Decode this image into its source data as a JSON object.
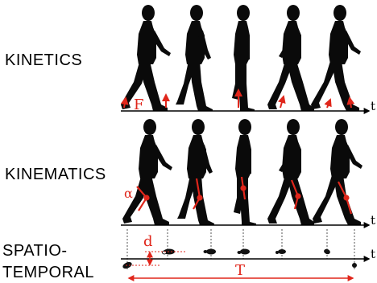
{
  "rows": {
    "kinetics": {
      "label": "KINETICS"
    },
    "kinematics": {
      "label": "KINEMATICS"
    },
    "spatiotemporal": {
      "label_line1": "SPATIO-",
      "label_line2": "TEMPORAL"
    }
  },
  "symbols": {
    "time_axis": "t",
    "force": "F",
    "joint_angle": "α",
    "step_distance": "d",
    "stride_period": "T"
  },
  "colors": {
    "figure": "#0a0a0a",
    "annotation": "#e0261b",
    "axis": "#000000"
  }
}
